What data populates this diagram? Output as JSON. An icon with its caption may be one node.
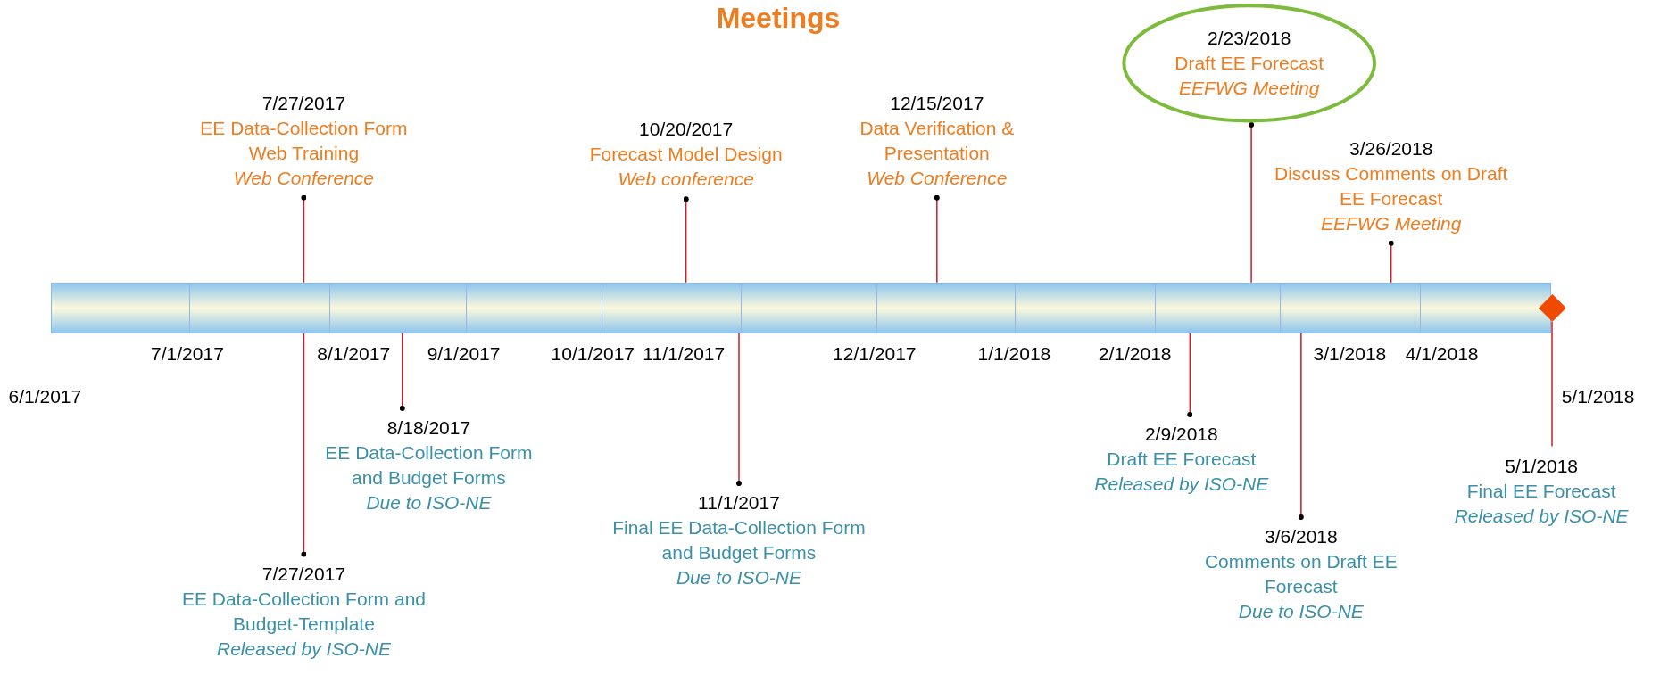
{
  "diagram": {
    "title": "Meetings",
    "nodes": [
      {
        "text": [
          "2/23/2018",
          "Draft EE Forecast",
          "EEFWG Meeting"
        ]
      },
      {
        "text": [
          "7/27/2017",
          "EE Data-Collection Form Web Training",
          "Web Conference"
        ]
      },
      {
        "text": [
          "10/20/2017",
          "Forecast Model Design",
          "Web conference"
        ]
      },
      {
        "text": [
          "12/15/2017",
          "Data Verification & Presentation",
          "Web Conference"
        ]
      },
      {
        "text": [
          "3/26/2018",
          "Discuss Comments on Draft EE Forecast",
          "EEFWG Meeting"
        ]
      },
      {
        "text": [],
        "shape": "bar"
      },
      {
        "text": [],
        "shape": "diamond"
      },
      {
        "text": [
          "8/18/2017",
          "EE Data-Collection Form and Budget Forms",
          "Due to ISO-NE"
        ]
      },
      {
        "text": [
          "2/9/2018",
          "Draft EE Forecast",
          "Released by ISO-NE"
        ]
      },
      {
        "text": [
          "5/1/2018",
          "Final EE Forecast",
          "Released by ISO-NE"
        ]
      },
      {
        "text": [
          "11/1/2017",
          "Final EE Data-Collection Form and Budget Forms",
          "Due to ISO-NE"
        ]
      },
      {
        "text": [
          "3/6/2018",
          "Comments on Draft EE Forecast",
          "Due to ISO-NE"
        ]
      },
      {
        "text": [
          "7/27/2017",
          "EE Data-Collection Form and Budget-Template",
          "Released by ISO-NE"
        ]
      }
    ],
    "edges": [
      {
        "from": 0,
        "to": 5,
        "arrow": "other"
      },
      {
        "from": 1,
        "to": 5,
        "arrow": "other"
      },
      {
        "from": 2,
        "to": 5,
        "arrow": "other"
      },
      {
        "from": 3,
        "to": 5,
        "arrow": "other"
      },
      {
        "from": 4,
        "to": 5,
        "arrow": "other"
      },
      {
        "from": 7,
        "to": 5,
        "arrow": "other"
      },
      {
        "from": 8,
        "to": 5,
        "arrow": "other"
      },
      {
        "from": 9,
        "to": 6,
        "arrow": "none"
      },
      {
        "from": 10,
        "to": 5,
        "arrow": "other"
      },
      {
        "from": 11,
        "to": 5,
        "arrow": "other"
      },
      {
        "from": 12,
        "to": 5,
        "arrow": "other"
      }
    ],
    "labels": [
      "7/1/2017",
      "8/1/2017",
      "9/1/2017",
      "10/1/2017",
      "11/1/2017",
      "12/1/2017",
      "1/1/2018",
      "2/1/2018",
      "3/1/2018",
      "4/1/2018",
      "6/1/2017",
      "5/1/2018"
    ]
  }
}
